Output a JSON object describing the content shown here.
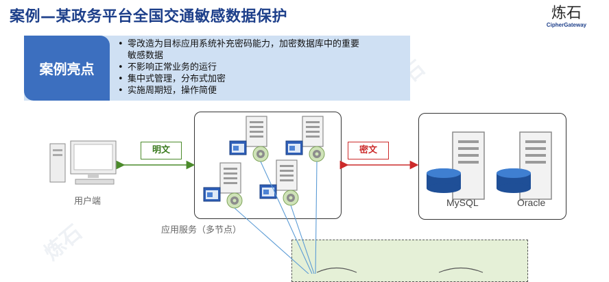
{
  "title": "案例—某政务平台全国交通敏感数据保护",
  "logo": {
    "cn": "炼石",
    "en": "CipherGateway"
  },
  "highlights": {
    "label": "案例亮点",
    "items": [
      "零改造为目标应用系统补充密码能力，加密数据库中的重要",
      "敏感数据",
      "不影响正常业务的运行",
      "集中式管理，分布式加密",
      "实施周期短，操作简便"
    ]
  },
  "user": {
    "label": "用户端"
  },
  "app": {
    "label": "应用服务（多节点）"
  },
  "links": {
    "plain": "明文",
    "cipher": "密文"
  },
  "databases": [
    {
      "name": "MySQL"
    },
    {
      "name": "Oracle"
    }
  ],
  "colors": {
    "title": "#1d3f8a",
    "accent": "#3c6fbf",
    "plain": "#4a8a2a",
    "cipher": "#cc2a2a",
    "panel": "#cfe0f3",
    "zone": "#e5f0d7"
  },
  "icons": [
    "computer-icon",
    "server-icon",
    "gear-icon",
    "database-icon"
  ]
}
